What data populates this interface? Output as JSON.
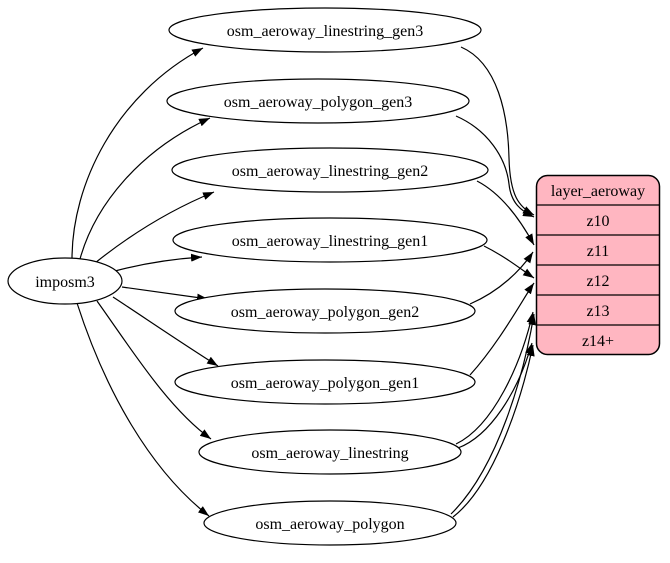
{
  "colors": {
    "background": "#ffffff",
    "node_fill": "#ffffff",
    "node_stroke": "#000000",
    "edge": "#000000",
    "layer_fill": "#ffb6c1",
    "layer_stroke": "#000000"
  },
  "source": {
    "label": "imposm3"
  },
  "tables": [
    {
      "label": "osm_aeroway_linestring_gen3"
    },
    {
      "label": "osm_aeroway_polygon_gen3"
    },
    {
      "label": "osm_aeroway_linestring_gen2"
    },
    {
      "label": "osm_aeroway_linestring_gen1"
    },
    {
      "label": "osm_aeroway_polygon_gen2"
    },
    {
      "label": "osm_aeroway_polygon_gen1"
    },
    {
      "label": "osm_aeroway_linestring"
    },
    {
      "label": "osm_aeroway_polygon"
    }
  ],
  "layer": {
    "title": "layer_aeroway",
    "rows": [
      "z10",
      "z11",
      "z12",
      "z13",
      "z14+"
    ]
  },
  "edges": {
    "from_source": [
      "osm_aeroway_linestring_gen3",
      "osm_aeroway_polygon_gen3",
      "osm_aeroway_linestring_gen2",
      "osm_aeroway_linestring_gen1",
      "osm_aeroway_polygon_gen2",
      "osm_aeroway_polygon_gen1",
      "osm_aeroway_linestring",
      "osm_aeroway_polygon"
    ],
    "to_layer": [
      {
        "from": "osm_aeroway_linestring_gen3",
        "to": "z10"
      },
      {
        "from": "osm_aeroway_polygon_gen3",
        "to": "z10"
      },
      {
        "from": "osm_aeroway_linestring_gen2",
        "to": "z11"
      },
      {
        "from": "osm_aeroway_polygon_gen2",
        "to": "z11"
      },
      {
        "from": "osm_aeroway_linestring_gen1",
        "to": "z12"
      },
      {
        "from": "osm_aeroway_polygon_gen1",
        "to": "z12"
      },
      {
        "from": "osm_aeroway_linestring",
        "to": "z13"
      },
      {
        "from": "osm_aeroway_polygon",
        "to": "z13"
      },
      {
        "from": "osm_aeroway_linestring",
        "to": "z14+"
      },
      {
        "from": "osm_aeroway_polygon",
        "to": "z14+"
      }
    ]
  }
}
